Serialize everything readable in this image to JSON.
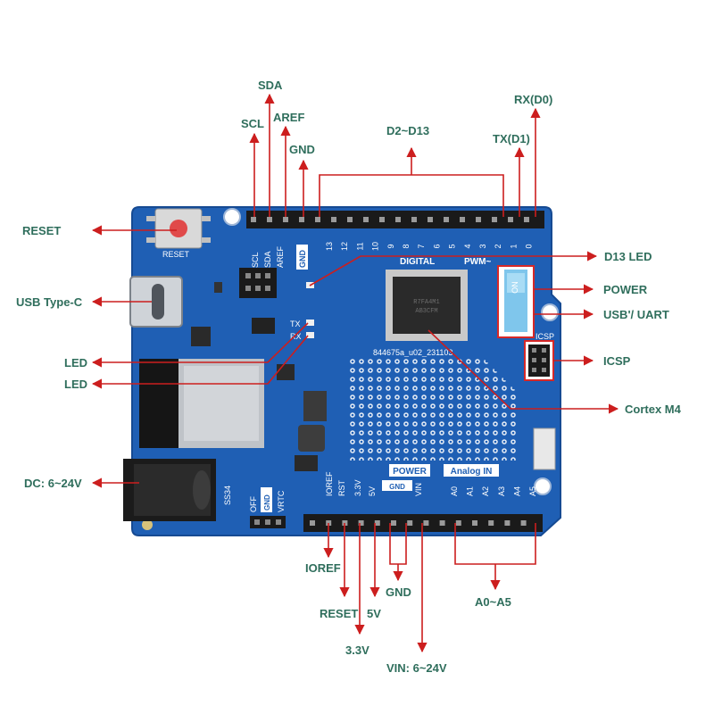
{
  "callouts": {
    "sda": "SDA",
    "scl": "SCL",
    "aref": "AREF",
    "gnd_top": "GND",
    "d2_d13": "D2~D13",
    "rx": "RX(D0)",
    "tx": "TX(D1)",
    "reset": "RESET",
    "d13_led": "D13 LED",
    "usb_c": "USB Type-C",
    "power": "POWER",
    "usb_uart": "USB'/ UART",
    "led1": "LED",
    "icsp": "ICSP",
    "led2": "LED",
    "cortex": "Cortex M4",
    "dc": "DC: 6~24V",
    "ioref": "IOREF",
    "gnd_bottom": "GND",
    "reset_bottom": "RESET",
    "v5": "5V",
    "a0_a5": "A0~A5",
    "v33": "3.3V",
    "vin": "VIN: 6~24V"
  },
  "silkscreen": {
    "reset": "RESET",
    "scl": "SCL",
    "sda": "SDA",
    "aref": "AREF",
    "gnd": "GND",
    "digital": "DIGITAL",
    "pwm": "PWM~",
    "on": "ON",
    "icsp": "ICSP",
    "tx": "TX",
    "rx": "RX",
    "chip_code": "844675a_u02_231103",
    "power": "POWER",
    "analog_in": "Analog IN",
    "ioref": "IOREF",
    "rst": "RST",
    "v33": "3.3V",
    "v5": "5V",
    "gnd_power": "GND",
    "vin": "VIN",
    "off": "OFF",
    "gnd_sw": "GND",
    "vrtc": "VRTC",
    "ss34": "SS34",
    "top_pins": [
      "13",
      "12",
      "11",
      "10",
      "9",
      "8",
      "7",
      "6",
      "5",
      "4",
      "3",
      "2",
      "1",
      "0"
    ],
    "analog_pins": [
      "A0",
      "A1",
      "A2",
      "A3",
      "A4",
      "A5"
    ]
  },
  "colors": {
    "arrow": "#cc1e1e",
    "callout_text": "#2f6e5c",
    "board": "#1f5fb4",
    "board_dark": "#164a92"
  }
}
